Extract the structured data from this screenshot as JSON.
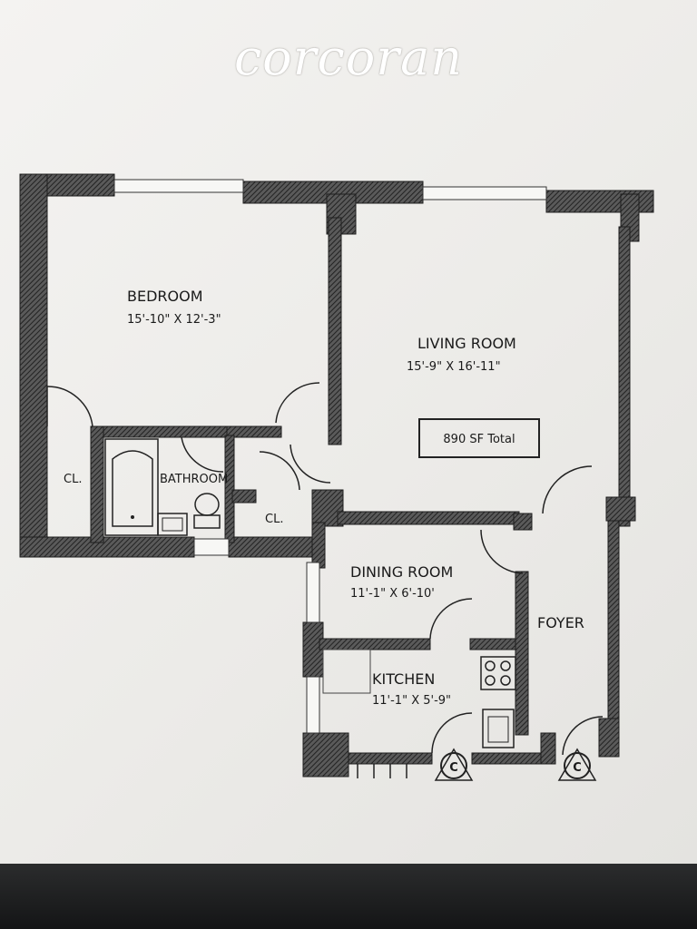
{
  "brand": {
    "name": "corcoran"
  },
  "plan": {
    "total_label": "890 SF  Total",
    "rooms": {
      "bedroom": {
        "name": "BEDROOM",
        "dims": "15'-10\"  X  12'-3\""
      },
      "living_room": {
        "name": "LIVING ROOM",
        "dims": "15'-9\"  X  16'-11\""
      },
      "bathroom": {
        "name": "BATHROOM"
      },
      "closet_left": {
        "name": "CL."
      },
      "closet_right": {
        "name": "CL."
      },
      "dining_room": {
        "name": "DINING ROOM",
        "dims": "11'-1\"  X  6'-10'"
      },
      "kitchen": {
        "name": "KITCHEN",
        "dims": "11'-1\"  X  5'-9\""
      },
      "foyer": {
        "name": "FOYER"
      }
    },
    "column_markers": [
      "C",
      "C"
    ]
  },
  "colors": {
    "wall": "#3c3c3c",
    "paper": "#efeeeb",
    "ink": "#1a1a1a",
    "backdrop": "#202122"
  }
}
